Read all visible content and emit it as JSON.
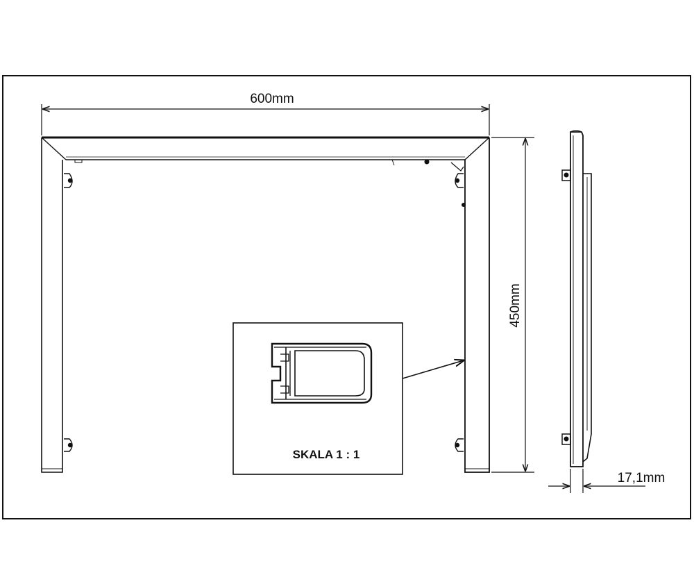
{
  "dimensions": {
    "width_label": "600mm",
    "height_label": "450mm",
    "depth_label": "17,1mm"
  },
  "detail": {
    "scale_label": "SKALA 1 : 1"
  },
  "colors": {
    "line": "#111111",
    "background": "#ffffff"
  },
  "icons": [
    "arrow-icon",
    "bracket-icon",
    "profile-section-icon"
  ]
}
